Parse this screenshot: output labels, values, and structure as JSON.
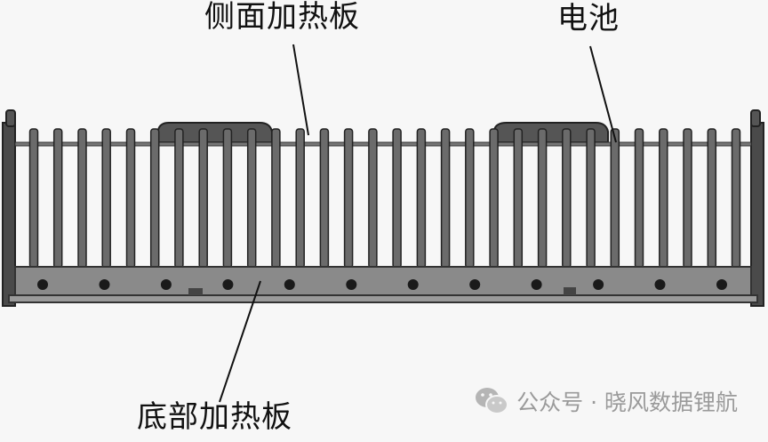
{
  "labels": {
    "side_heating_plate": "侧面加热板",
    "battery": "电池",
    "bottom_heating_plate": "底部加热板"
  },
  "watermark": {
    "text": "公众号 · 晓风数据锂航"
  },
  "colors": {
    "frame": "#3a3a3a",
    "cell_fill": "#6b6b6b",
    "bottom_plate": "#8a8a8a",
    "background": "#f7f7f7"
  }
}
